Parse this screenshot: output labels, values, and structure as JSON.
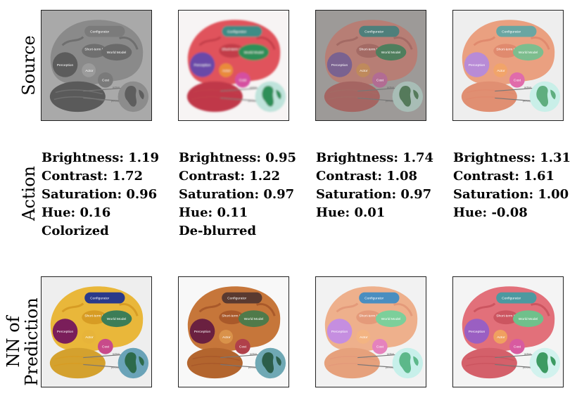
{
  "row_labels": {
    "source": "Source",
    "action": "Action",
    "nn_line1": "NN of",
    "nn_line2": "Prediction"
  },
  "diagram_labels": {
    "configurator": "Configurator",
    "short_term_memory": "Short-term Memory",
    "world_model": "World Model",
    "perception": "Perception",
    "actor": "Actor",
    "cost": "Cost",
    "action": "action",
    "percept": "percept"
  },
  "columns": [
    {
      "source_style": "grayscale",
      "nn_style": "yellow",
      "actions": [
        "Brightness: 1.19",
        "Contrast: 1.72",
        "Saturation: 0.96",
        "Hue: 0.16",
        "Colorized"
      ]
    },
    {
      "source_style": "blurred-red",
      "nn_style": "brown",
      "actions": [
        "Brightness: 0.95",
        "Contrast: 1.22",
        "Saturation: 0.97",
        "Hue: 0.11",
        "De-blurred"
      ]
    },
    {
      "source_style": "dark-faded",
      "nn_style": "pastel",
      "actions": [
        "Brightness: 1.74",
        "Contrast: 1.08",
        "Saturation: 0.97",
        "Hue: 0.01"
      ]
    },
    {
      "source_style": "pale",
      "nn_style": "normal",
      "actions": [
        "Brightness: 1.31",
        "Contrast: 1.61",
        "Saturation: 1.00",
        "Hue: -0.08"
      ]
    }
  ],
  "palettes": {
    "grayscale": {
      "bg": "#a9a9a9",
      "brain": "#8a8a8a",
      "brain2": "#6f6f6f",
      "cereb": "#5a5a5a",
      "config": "#7b7b7b",
      "wm": "#6a6a6a",
      "perc": "#5c5c5c",
      "actor": "#9b9b9b",
      "cost": "#7a7a7a",
      "globe": "#8c8c8c",
      "land": "#5e5e5e",
      "filter": "none"
    },
    "blurred-red": {
      "bg": "#f7f4f4",
      "brain": "#e0525c",
      "brain2": "#c23c48",
      "cereb": "#c0394a",
      "config": "#3e8d86",
      "wm": "#2f8f58",
      "perc": "#6a48a8",
      "actor": "#e98b3a",
      "cost": "#d54fa0",
      "globe": "#bfe3db",
      "land": "#2f8f58",
      "filter": "blur"
    },
    "dark-faded": {
      "bg": "#9d9a98",
      "brain": "#b77e75",
      "brain2": "#a36a64",
      "cereb": "#a56562",
      "config": "#4f7f7b",
      "wm": "#4f7e5d",
      "perc": "#7a6290",
      "actor": "#bf8a5c",
      "cost": "#b26c93",
      "globe": "#a8bdb6",
      "land": "#557a5b",
      "filter": "none"
    },
    "pale": {
      "bg": "#eeeeee",
      "brain": "#eaa080",
      "brain2": "#e08a6e",
      "cereb": "#e08f72",
      "config": "#6aa6a2",
      "wm": "#7dbd8e",
      "perc": "#b88bd6",
      "actor": "#f1a46a",
      "cost": "#e06cab",
      "globe": "#c9efe8",
      "land": "#5fae7f",
      "filter": "none"
    },
    "yellow": {
      "bg": "#eeeeee",
      "brain": "#e9b73a",
      "brain2": "#d79c24",
      "cereb": "#d4a12e",
      "config": "#2a3a8a",
      "wm": "#3c7d57",
      "perc": "#7a1e5a",
      "actor": "#e7b43a",
      "cost": "#c84a8a",
      "globe": "#6aa3b8",
      "land": "#2d6a4a",
      "filter": "none"
    },
    "brown": {
      "bg": "#f8f8f8",
      "brain": "#c6763a",
      "brain2": "#a9592a",
      "cereb": "#b3652e",
      "config": "#5a3a30",
      "wm": "#4f7a4a",
      "perc": "#6a2040",
      "actor": "#d9924a",
      "cost": "#b0404a",
      "globe": "#6fa8b4",
      "land": "#2c5e4a",
      "filter": "none"
    },
    "pastel": {
      "bg": "#f2f2f2",
      "brain": "#eeb08c",
      "brain2": "#e49a7a",
      "cereb": "#e6a17c",
      "config": "#4a8ec0",
      "wm": "#7ccf9a",
      "perc": "#c58ee0",
      "actor": "#f3b482",
      "cost": "#e582bd",
      "globe": "#c7f0ea",
      "land": "#5cb88a",
      "filter": "none"
    },
    "normal": {
      "bg": "#f4f4f4",
      "brain": "#e2707a",
      "brain2": "#cc5560",
      "cereb": "#d4606a",
      "config": "#4c99a0",
      "wm": "#6fc08b",
      "perc": "#9a5fc2",
      "actor": "#f0a060",
      "cost": "#d85aa0",
      "globe": "#d2f2ee",
      "land": "#3c9a62",
      "filter": "none"
    }
  }
}
